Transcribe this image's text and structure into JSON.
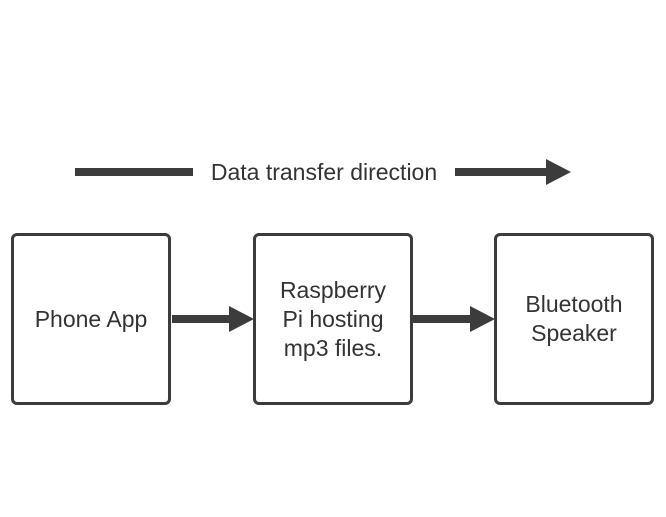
{
  "legend": {
    "label": "Data transfer direction"
  },
  "nodes": [
    {
      "label": "Phone App"
    },
    {
      "label": "Raspberry\nPi hosting\nmp3 files."
    },
    {
      "label": "Bluetooth\nSpeaker"
    }
  ],
  "colors": {
    "stroke": "#3c3c3c",
    "text": "#333333",
    "background": "#ffffff"
  }
}
